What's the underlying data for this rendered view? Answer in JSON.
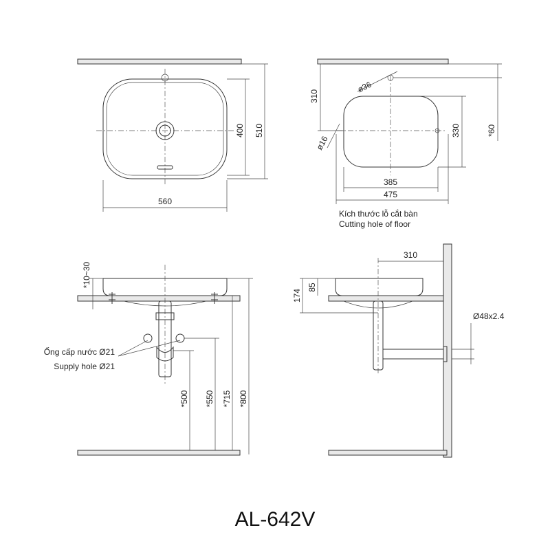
{
  "model": "AL-642V",
  "top_view": {
    "width": "560",
    "depth_inner": "400",
    "depth_outer": "510"
  },
  "cut_hole": {
    "hole_diameter": "ø36",
    "offset": "310",
    "tap_hole": "ø16",
    "inner_width": "385",
    "outer_width": "475",
    "depth": "330",
    "edge": "*60",
    "caption_vi": "Kích thước lỗ cắt bàn",
    "caption_en": "Cutting hole of floor"
  },
  "front_view": {
    "rim": "*10~30",
    "supply_vi": "Ống cấp nước Ø21",
    "supply_en": "Supply hole Ø21",
    "h1": "*500",
    "h2": "*550",
    "h3": "*715",
    "h4": "*800"
  },
  "side_view": {
    "depth": "310",
    "h_total": "174",
    "h_basin": "85",
    "drain_pipe": "Ø48x2.4"
  },
  "colors": {
    "line": "#333333",
    "slab_fill": "#e9e9e9",
    "text": "#222222"
  }
}
